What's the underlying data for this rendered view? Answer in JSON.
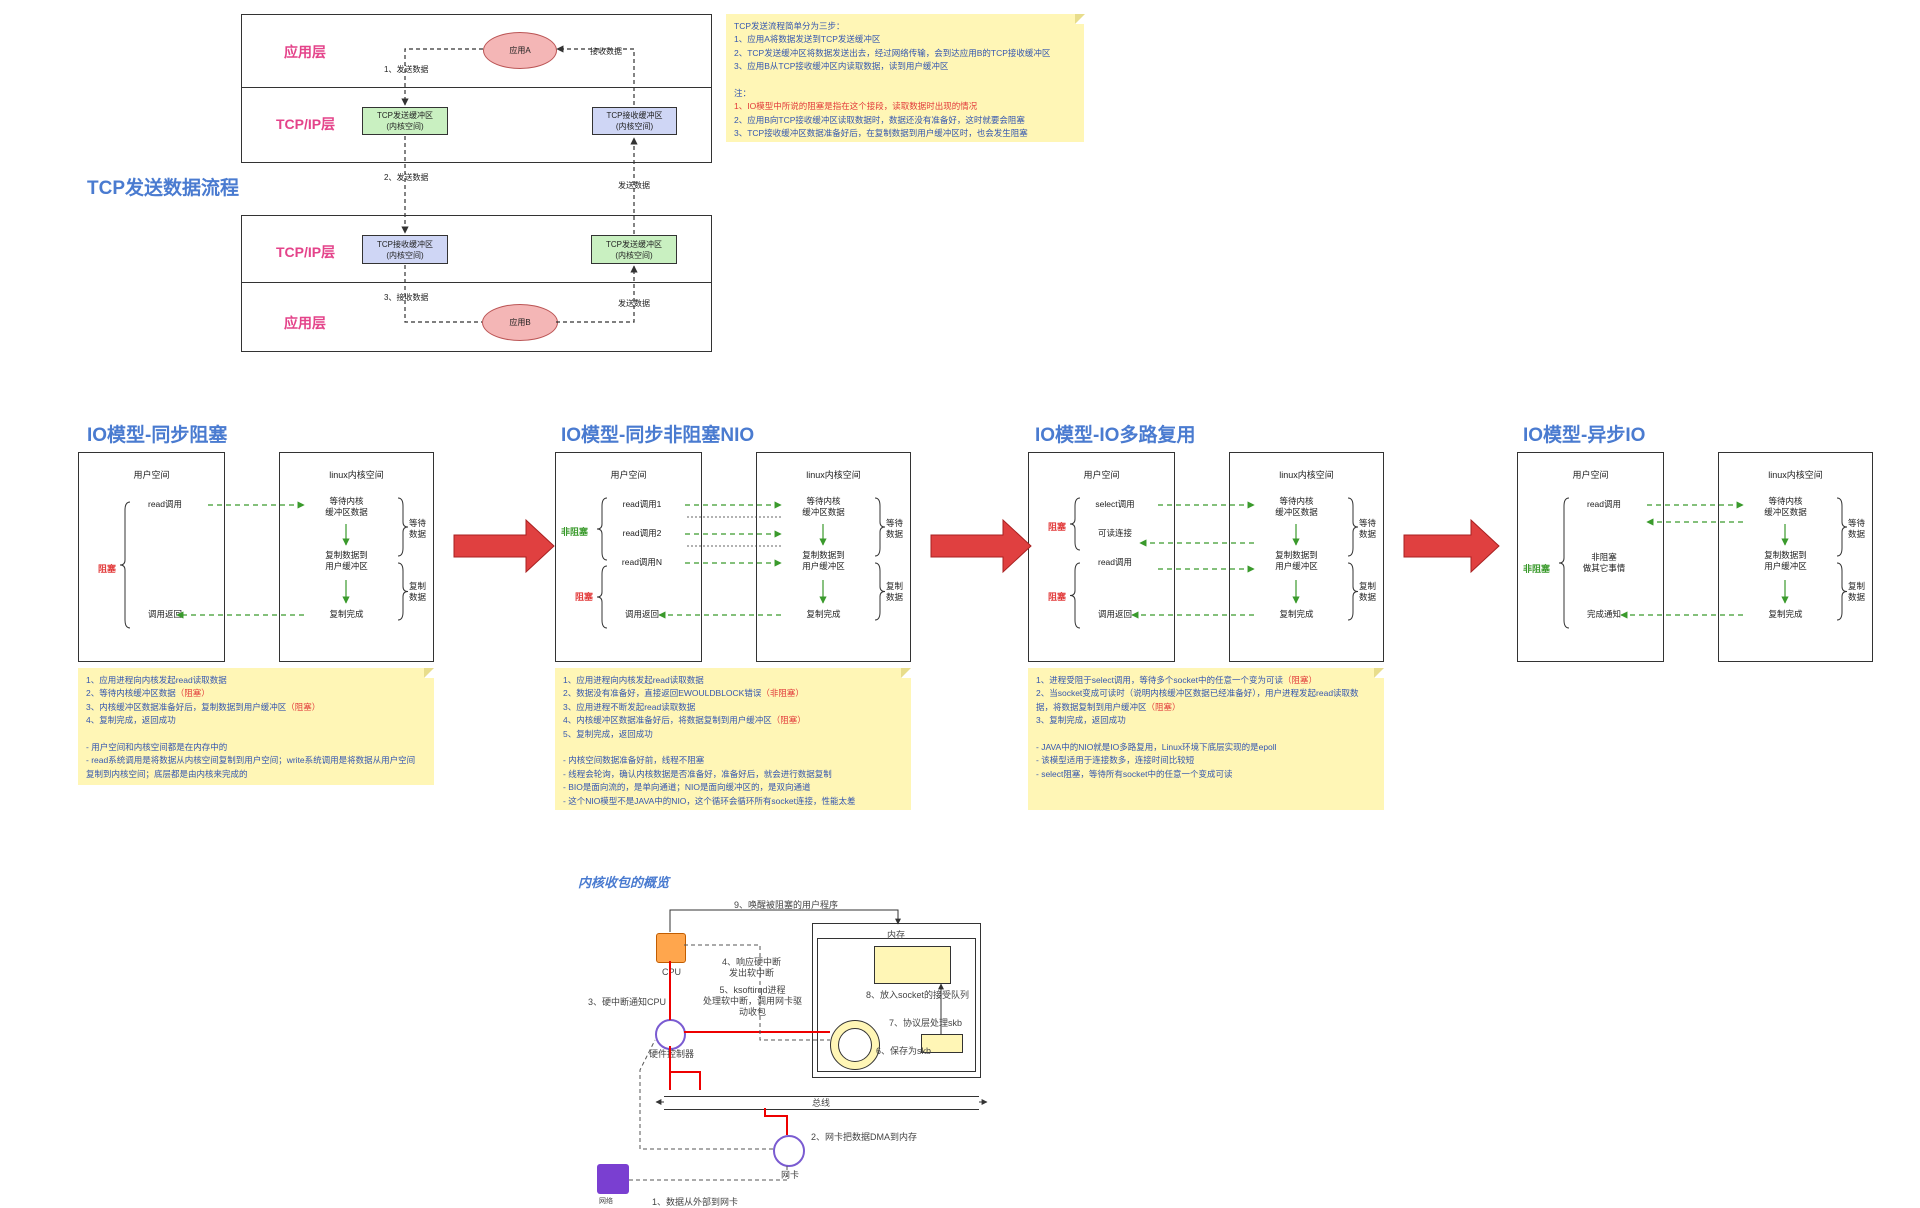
{
  "tcp": {
    "title": "TCP发送数据流程",
    "top": {
      "app_layer": "应用层",
      "tcp_layer": "TCP/IP层",
      "app": "应用A",
      "step1": "1、发送数据",
      "recv": "接收数据",
      "send_buf": "TCP发送缓冲区\n(内核空间)",
      "recv_buf": "TCP接收缓冲区\n(内核空间)"
    },
    "mid": {
      "step2": "2、发送数据",
      "send": "发送数据"
    },
    "bottom": {
      "tcp_layer": "TCP/IP层",
      "app_layer": "应用层",
      "app": "应用B",
      "step3": "3、接收数据",
      "send": "发送数据",
      "recv_buf": "TCP接收缓冲区\n(内核空间)",
      "send_buf": "TCP发送缓冲区\n(内核空间)"
    },
    "note": [
      {
        "text": "TCP发送流程简单分为三步：",
        "red": false
      },
      {
        "text": "1、应用A将数据发送到TCP发送缓冲区",
        "red": false
      },
      {
        "text": "2、TCP发送缓冲区将数据发送出去，经过网络传输，会到达应用B的TCP接收缓冲区",
        "red": false
      },
      {
        "text": "3、应用B从TCP接收缓冲区内读取数据，读到用户缓冲区",
        "red": false
      },
      {
        "text": "",
        "red": false
      },
      {
        "text": "注：",
        "red": false
      },
      {
        "text": "1、IO模型中所说的阻塞是指在这个接段，读取数据时出现的情况",
        "red": true
      },
      {
        "text": "2、应用B向TCP接收缓冲区读取数据时，数据还没有准备好，这时就要会阻塞",
        "red": false
      },
      {
        "text": "3、TCP接收缓冲区数据准备好后，在复制数据到用户缓冲区时，也会发生阻塞",
        "red": false
      }
    ]
  },
  "models": [
    {
      "title": "IO模型-同步阻塞",
      "user_space": "用户空间",
      "kernel_space": "linux内核空间",
      "user_items": [
        "read调用",
        "调用返回"
      ],
      "side_labels": [
        {
          "text": "阻塞",
          "color": "red"
        }
      ],
      "kernel_items": [
        "等待内核\n缓冲区数据",
        "复制数据到\n用户缓冲区",
        "复制完成"
      ],
      "wait_label": "等待\n数据",
      "copy_label": "复制\n数据",
      "note": [
        {
          "text": "1、应用进程向内核发起read读取数据",
          "red_part": ""
        },
        {
          "text": "2、等待内核缓冲区数据",
          "red_part": "（阻塞）"
        },
        {
          "text": "3、内核缓冲区数据准备好后，复制数据到用户缓冲区",
          "red_part": "（阻塞）"
        },
        {
          "text": "4、复制完成，返回成功",
          "red_part": ""
        },
        {
          "text": "",
          "red_part": ""
        },
        {
          "text": "- 用户空间和内核空间都是在内存中的",
          "red_part": ""
        },
        {
          "text": "- read系统调用是将数据从内核空间复制到用户空间；write系统调用是将数据从用户空间",
          "red_part": ""
        },
        {
          "text": "复制到内核空间；底层都是由内核来完成的",
          "red_part": ""
        }
      ]
    },
    {
      "title": "IO模型-同步非阻塞NIO",
      "user_space": "用户空间",
      "kernel_space": "linux内核空间",
      "user_items": [
        "read调用1",
        "read调用2",
        "read调用N",
        "调用返回"
      ],
      "side_labels": [
        {
          "text": "非阻塞",
          "color": "green"
        },
        {
          "text": "阻塞",
          "color": "red"
        }
      ],
      "kernel_items": [
        "等待内核\n缓冲区数据",
        "复制数据到\n用户缓冲区",
        "复制完成"
      ],
      "wait_label": "等待\n数据",
      "copy_label": "复制\n数据",
      "note": [
        {
          "text": "1、应用进程向内核发起read读取数据",
          "red_part": ""
        },
        {
          "text": "2、数据没有准备好，直接返回EWOULDBLOCK错误",
          "red_part": "（非阻塞）"
        },
        {
          "text": "3、应用进程不断发起read读取数据",
          "red_part": ""
        },
        {
          "text": "4、内核缓冲区数据准备好后，将数据复制到用户缓冲区",
          "red_part": "（阻塞）"
        },
        {
          "text": "5、复制完成，返回成功",
          "red_part": ""
        },
        {
          "text": "",
          "red_part": ""
        },
        {
          "text": "- 内核空间数据准备好前，线程不阻塞",
          "red_part": ""
        },
        {
          "text": "- 线程会轮询，确认内核数据是否准备好，准备好后，就会进行数据复制",
          "red_part": ""
        },
        {
          "text": "- BIO是面向流的，是单向通道；NIO是面向缓冲区的，是双向通道",
          "red_part": ""
        },
        {
          "text": "- 这个NIO模型不是JAVA中的NIO，这个循环会循环所有socket连接，性能太差",
          "red_part": ""
        }
      ]
    },
    {
      "title": "IO模型-IO多路复用",
      "user_space": "用户空间",
      "kernel_space": "linux内核空间",
      "user_items": [
        "select调用",
        "可读连接",
        "read调用",
        "调用返回"
      ],
      "side_labels": [
        {
          "text": "阻塞",
          "color": "red"
        },
        {
          "text": "阻塞",
          "color": "red"
        }
      ],
      "kernel_items": [
        "等待内核\n缓冲区数据",
        "复制数据到\n用户缓冲区",
        "复制完成"
      ],
      "wait_label": "等待\n数据",
      "copy_label": "复制\n数据",
      "note": [
        {
          "text": "1、进程受阻于select调用，等待多个socket中的任意一个变为可读",
          "red_part": "（阻塞）"
        },
        {
          "text": "2、当socket变成可读时（说明内核缓冲区数据已经准备好），用户进程发起read读取数",
          "red_part": ""
        },
        {
          "text": "据，将数据复制到用户缓冲区",
          "red_part": "（阻塞）"
        },
        {
          "text": "3、复制完成，返回成功",
          "red_part": ""
        },
        {
          "text": "",
          "red_part": ""
        },
        {
          "text": "- JAVA中的NIO就是IO多路复用，Linux环境下底层实现的是epoll",
          "red_part": ""
        },
        {
          "text": "- 该模型适用于连接数多，连接时间比较短",
          "red_part": ""
        },
        {
          "text": "- select阻塞，等待所有socket中的任意一个变成可读",
          "red_part": ""
        }
      ]
    },
    {
      "title": "IO模型-异步IO",
      "user_space": "用户空间",
      "kernel_space": "linux内核空间",
      "user_items": [
        "read调用",
        "非阻塞\n做其它事情",
        "完成通知"
      ],
      "side_labels": [
        {
          "text": "非阻塞",
          "color": "green"
        }
      ],
      "kernel_items": [
        "等待内核\n缓冲区数据",
        "复制数据到\n用户缓冲区",
        "复制完成"
      ],
      "wait_label": "等待\n数据",
      "copy_label": "复制\n数据",
      "note": []
    }
  ],
  "kernel_recv": {
    "title": "内核收包的概览",
    "step9": "9、唤醒被阻塞的用户程序",
    "memory": "内存",
    "cpu": "CPU",
    "step4": "4、响应硬中断\n发出软中断",
    "step5": "5、ksoftirqd进程\n处理软中断，调用网卡驱\n动收包",
    "step3": "3、硬中断通知CPU",
    "step8": "8、放入socket的接受队列",
    "step7": "7、协议层处理skb",
    "step6": "6、保存为skb",
    "hw_controller": "硬件控制器",
    "bus": "总线",
    "step2": "2、网卡把数据DMA到内存",
    "nic": "网卡",
    "step1": "1、数据从外部到网卡",
    "network": "网络"
  }
}
